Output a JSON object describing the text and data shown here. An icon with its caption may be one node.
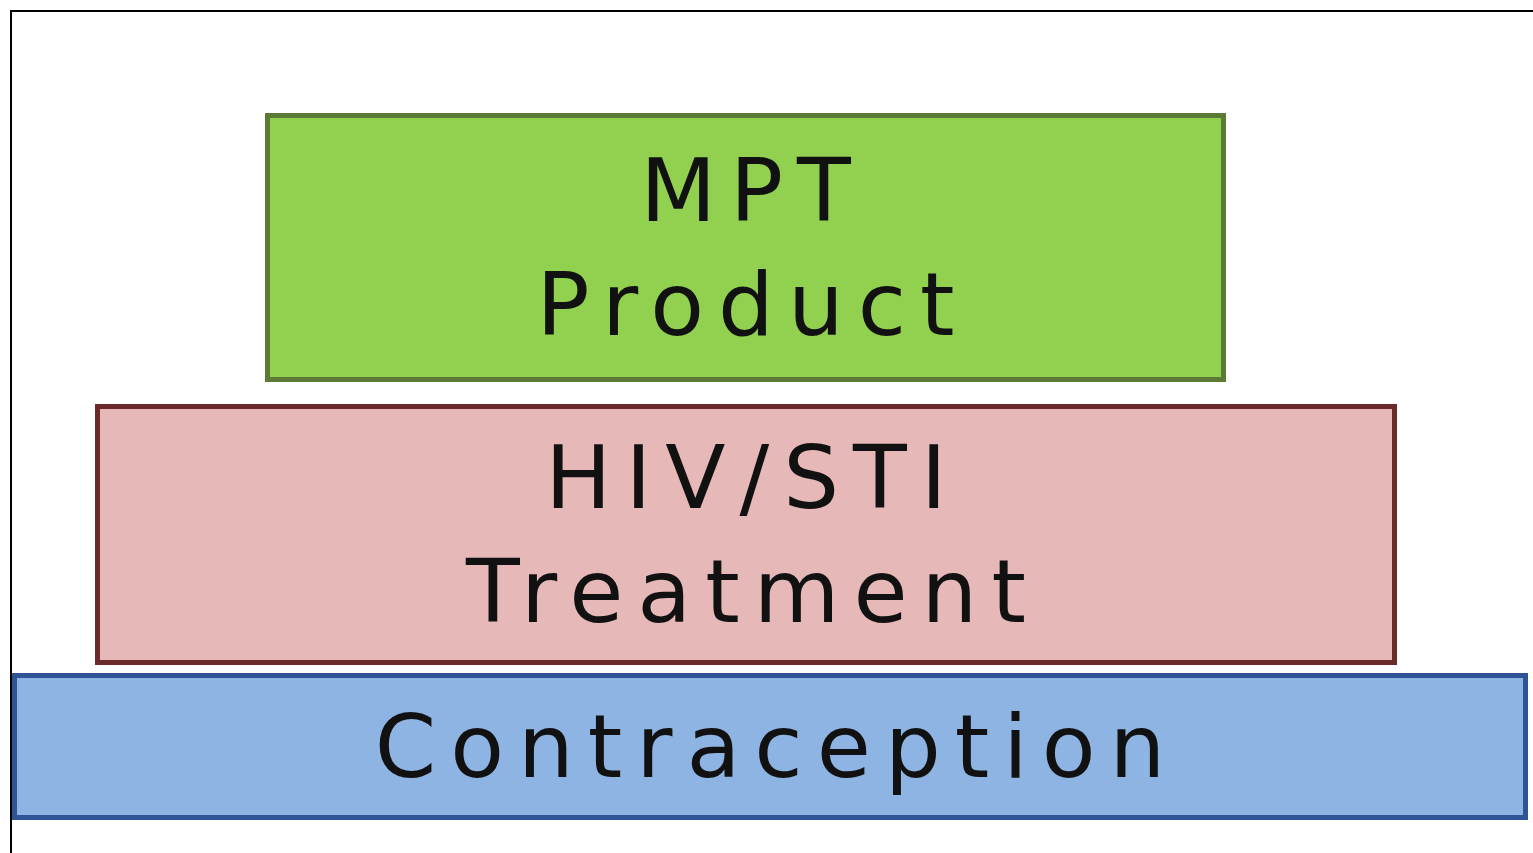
{
  "diagram": {
    "nodes": [
      {
        "text": [
          "MPT Product"
        ]
      },
      {
        "text": [
          "HIV/STI Treatment"
        ]
      },
      {
        "text": [
          "Contraception"
        ]
      }
    ]
  }
}
